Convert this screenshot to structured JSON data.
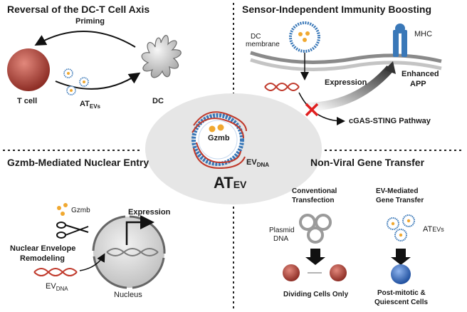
{
  "panels": {
    "top_left": {
      "title": "Reversal of the DC-T Cell Axis",
      "priming": "Priming",
      "t_cell": "T cell",
      "dc": "DC",
      "at": "AT",
      "evs": "EVs"
    },
    "top_right": {
      "title": "Sensor-Independent Immunity Boosting",
      "dc_membrane_1": "DC",
      "dc_membrane_2": "membrane",
      "mhc": "MHC",
      "expression": "Expression",
      "enhanced_1": "Enhanced",
      "enhanced_2": "APP",
      "cgas": "cGAS-STING Pathway"
    },
    "center": {
      "gzmb": "Gzmb",
      "ev": "EV",
      "dna": "DNA",
      "at_big": "AT",
      "at_sub": "EV"
    },
    "bottom_left": {
      "title": "Gzmb-Mediated Nuclear Entry",
      "gzmb": "Gzmb",
      "expression": "Expression",
      "nuclear_1": "Nuclear Envelope",
      "nuclear_2": "Remodeling",
      "ev": "EV",
      "dna": "DNA",
      "nucleus": "Nucleus"
    },
    "bottom_right": {
      "title": "Non-Viral Gene Transfer",
      "conv_1": "Conventional",
      "conv_2": "Transfection",
      "evmed_1": "EV-Mediated",
      "evmed_2": "Gene Transfer",
      "plasmid_1": "Plasmid",
      "plasmid_2": "DNA",
      "at": "AT",
      "evs": "EVs",
      "dividing": "Dividing Cells Only",
      "post_1": "Post-mitotic &",
      "post_2": "Quiescent Cells"
    }
  },
  "colors": {
    "red_cell": "#b8453c",
    "dna_red": "#c0392b",
    "membrane_blue": "#3a78b8",
    "gzmb_orange": "#f0a830",
    "dc_gray": "#cfcfcf",
    "center_bg": "#e6e6e6",
    "blue_cell": "#3a6fc4",
    "cross_red": "#e02020"
  },
  "icons": [
    "t-cell-icon",
    "dendritic-cell-icon",
    "ev-vesicle-icon",
    "dna-helix-icon",
    "mhc-receptor-icon",
    "scissors-icon",
    "nucleus-icon",
    "plasmid-ring-icon",
    "down-arrow-icon",
    "cross-icon"
  ]
}
